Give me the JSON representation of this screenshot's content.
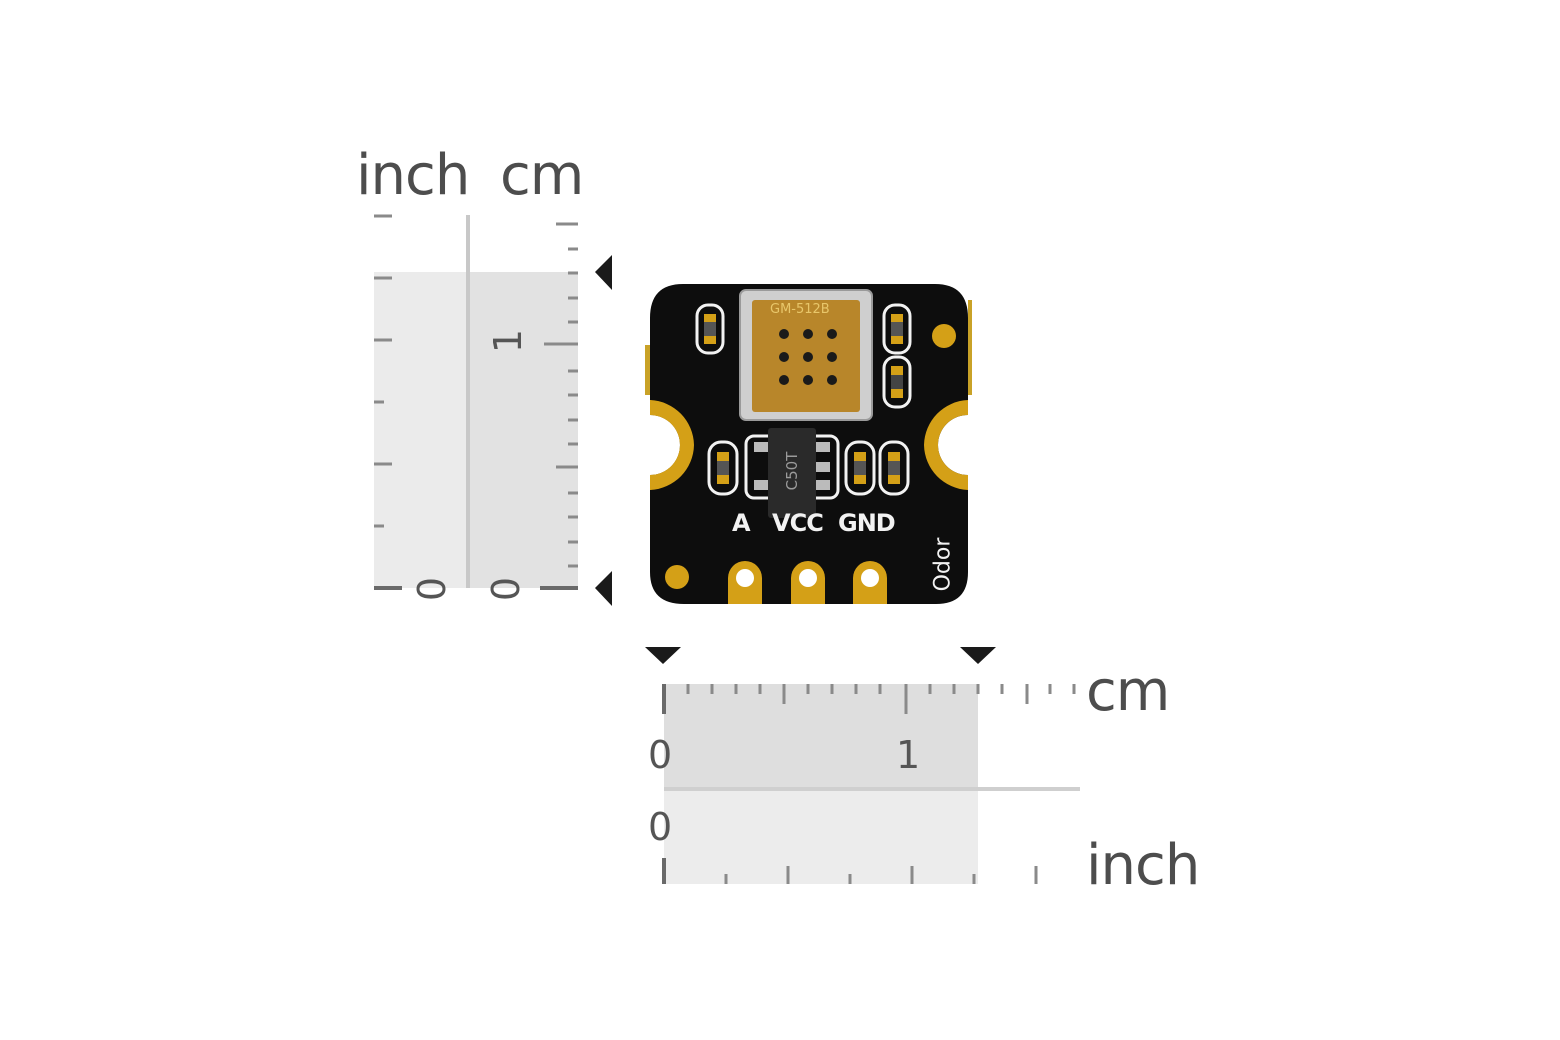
{
  "vertical_scale": {
    "unit_left": "inch",
    "unit_right": "cm",
    "inch_zero": "0",
    "cm_zero": "0",
    "cm_one": "1"
  },
  "horizontal_scale": {
    "unit_top": "cm",
    "unit_bottom": "inch",
    "cm_zero": "0",
    "cm_one": "1",
    "inch_zero": "0"
  },
  "board": {
    "sensor_label": "GM-512B",
    "chip_label": "C50T",
    "pin_labels": [
      "A",
      "VCC",
      "GND"
    ],
    "side_label": "Odor"
  },
  "colors": {
    "pcb": "#0d0d0d",
    "gold": "#d4a017",
    "silkscreen": "#f2f2f2",
    "ruler_shade": "#e6e6e6",
    "ruler_tick": "#7a7a7a"
  }
}
